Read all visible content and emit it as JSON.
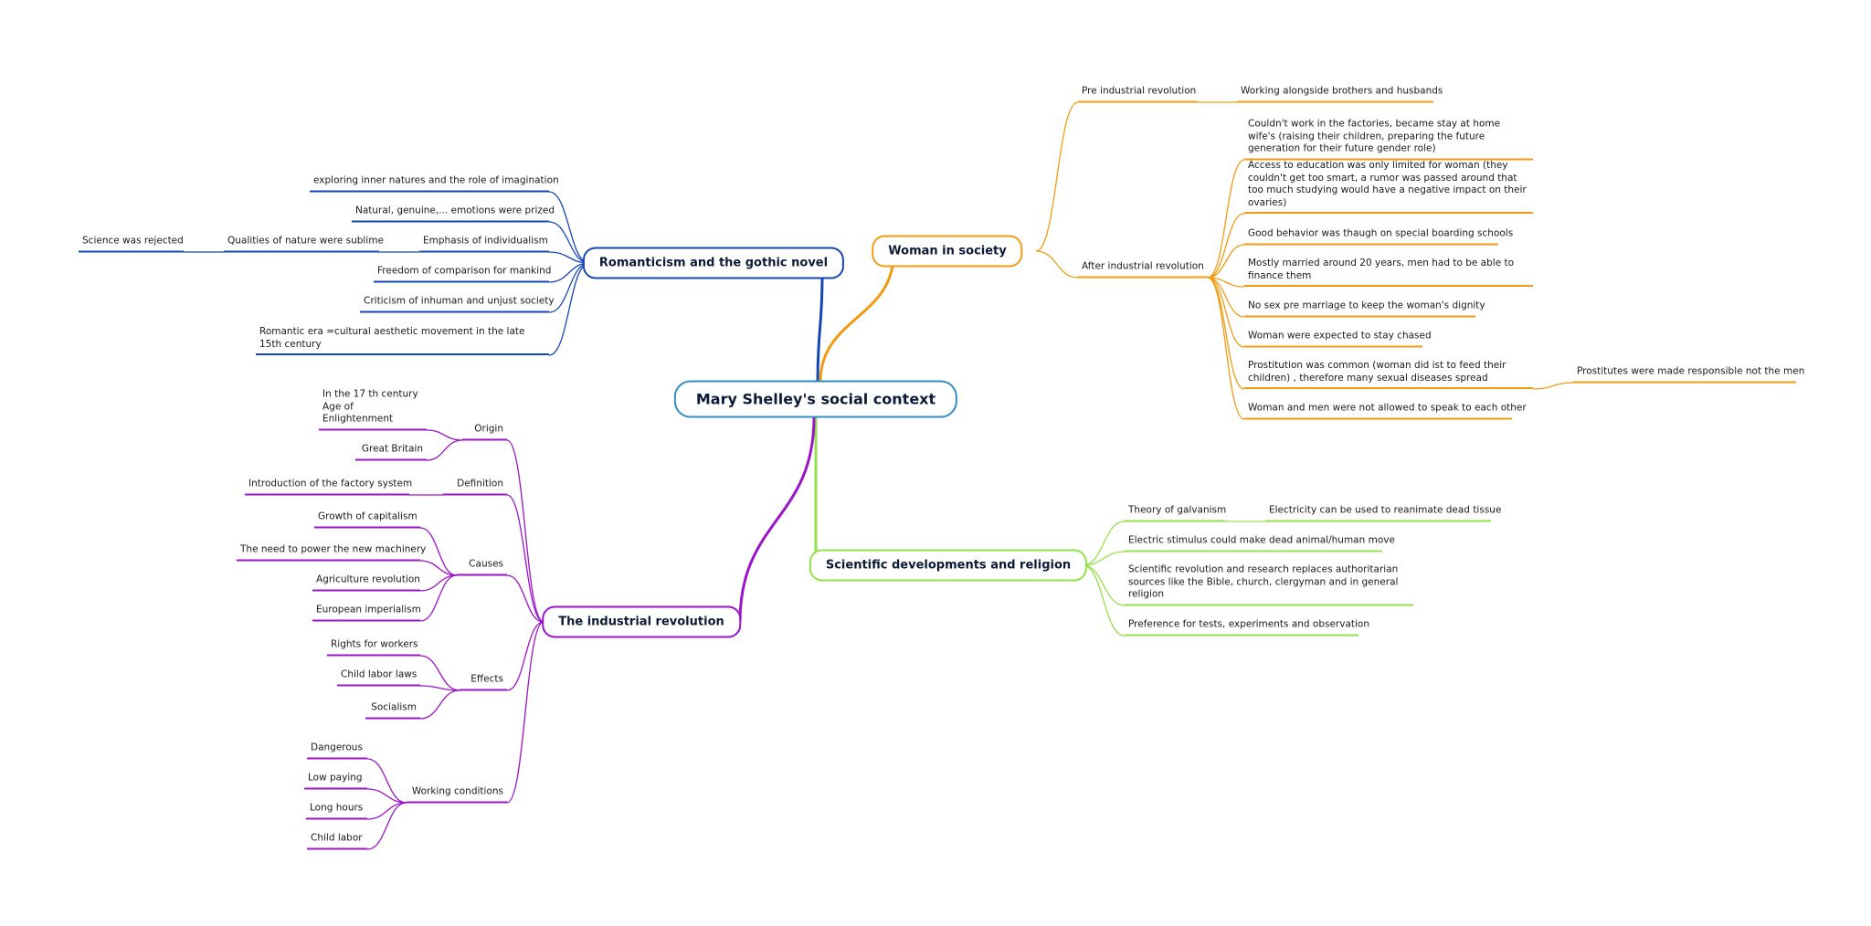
{
  "central": "Mary Shelley's social context",
  "colors": {
    "woman": "#f29b12",
    "science": "#93e14a",
    "romanticism": "#1546b8",
    "industrial": "#9b14c9",
    "central": "#2f8ec6"
  },
  "woman": {
    "title": "Woman in society",
    "pre": "Pre industrial revolution",
    "pre_detail": "Working alongside brothers and husbands",
    "after": "After industrial revolution",
    "after_items": [
      "Couldn't work in the factories, became stay at home wife's (raising their children, preparing the future generation for their future gender role)",
      "Access to education was only limited for woman (they couldn't get too smart, a rumor was passed around that too much studying would have a negative impact on their ovaries)",
      "Good behavior was thaugh on special boarding schools",
      "Mostly married around 20 years, men had to be able to finance them",
      "No sex pre marriage to keep the woman's dignity",
      "Woman were expected to stay chased",
      "Prostitution was common (woman did ist to feed their children) , therefore many sexual diseases spread",
      "Woman and men were not allowed to speak to each other"
    ],
    "prostitution_detail": "Prostitutes were made responsible not the men"
  },
  "science": {
    "title": "Scientific developments and religion",
    "galvanism": "Theory of galvanism",
    "galvanism_detail": "Electricity can be used to reanimate dead tissue",
    "items": [
      "Electric stimulus could make dead animal/human move",
      "Scientific revolution and research replaces authoritarian sources like the Bible, church, clergyman and in general religion",
      "Preference for tests, experiments and observation"
    ]
  },
  "romanticism": {
    "title": "Romanticism and the gothic novel",
    "items": [
      "exploring inner natures and the role of imagination",
      "Natural, genuine,... emotions were prized",
      "Emphasis of individualism",
      "Freedom of comparison for mankind",
      "Criticism of inhuman and unjust society",
      "Romantic era =cultural aesthetic movement in the late 15th century"
    ],
    "qualities": "Qualities of nature were sublime",
    "science_rejected": "Science was rejected"
  },
  "industrial": {
    "title": "The industrial revolution",
    "origin": {
      "label": "Origin",
      "items": [
        "In the 17 th century\nAge of Enlightenment",
        "Great Britain"
      ]
    },
    "definition": {
      "label": "Definition",
      "items": [
        "Introduction of the factory system"
      ]
    },
    "causes": {
      "label": "Causes",
      "items": [
        "Growth of capitalism",
        "The need to power the new machinery",
        "Agriculture revolution",
        "European imperialism"
      ]
    },
    "effects": {
      "label": "Effects",
      "items": [
        "Rights for workers",
        "Child labor laws",
        "Socialism"
      ]
    },
    "conditions": {
      "label": "Working conditions",
      "items": [
        "Dangerous",
        "Low paying",
        "Long hours",
        "Child labor"
      ]
    }
  }
}
